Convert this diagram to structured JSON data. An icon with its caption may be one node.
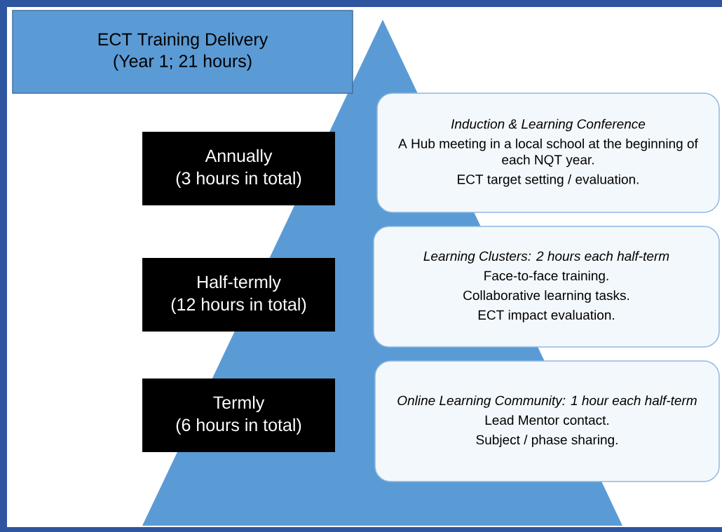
{
  "diagram": {
    "nodes": [
      {
        "text": [
          "ECT Training Delivery",
          "(Year 1; 21 hours)"
        ]
      },
      {
        "text": [
          "Annually",
          "(3 hours in total)"
        ]
      },
      {
        "text": [
          "Induction & Learning Conference",
          "A Hub meeting in a local school at the beginning of each NQT year.",
          "ECT target setting / evaluation."
        ]
      },
      {
        "text": [
          "Half-termly",
          "(12 hours in total)"
        ]
      },
      {
        "text": [
          "Learning Clusters: 2 hours each half-term",
          "Face-to-face training.",
          "Collaborative learning tasks.",
          "ECT impact evaluation."
        ]
      },
      {
        "text": [
          "Termly",
          "(6 hours in total)"
        ]
      },
      {
        "text": [
          "Online Learning Community: 1 hour each half-term",
          "Lead Mentor contact.",
          "Subject / phase sharing."
        ]
      }
    ]
  }
}
